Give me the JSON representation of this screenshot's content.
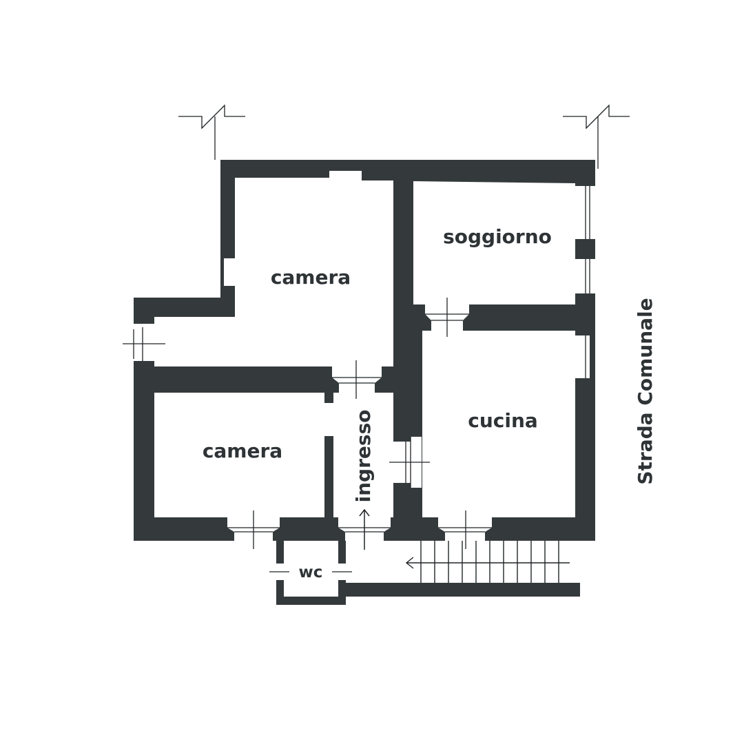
{
  "colors": {
    "wall": "#343a3c",
    "paper": "#ffffff",
    "text": "#2e3336",
    "line": "#1f2426"
  },
  "rooms": {
    "camera_top": "camera",
    "soggiorno": "soggiorno",
    "camera_bottom": "camera",
    "ingresso": "ingresso",
    "cucina": "cucina",
    "wc": "wc"
  },
  "street": "Strada Comunale",
  "icons": [
    "break-line-icon",
    "window-icon",
    "door-symbol-icon",
    "entry-arrow-icon",
    "stair-arrow-icon"
  ]
}
